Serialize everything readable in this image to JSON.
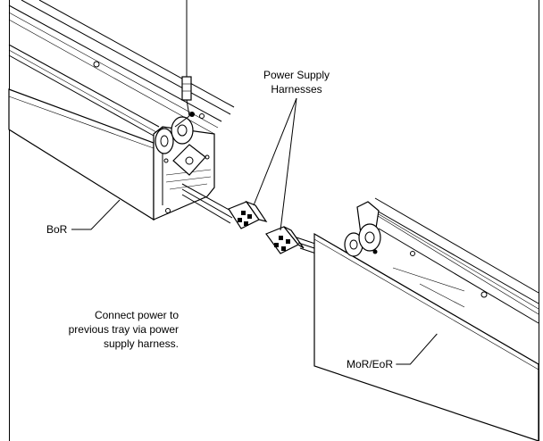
{
  "labels": {
    "harness_line1": "Power Supply",
    "harness_line2": "Harnesses",
    "bor": "BoR",
    "mor_eor": "MoR/EoR",
    "instruction_line1": "Connect power to",
    "instruction_line2": "previous tray via power",
    "instruction_line3": "supply harness."
  }
}
